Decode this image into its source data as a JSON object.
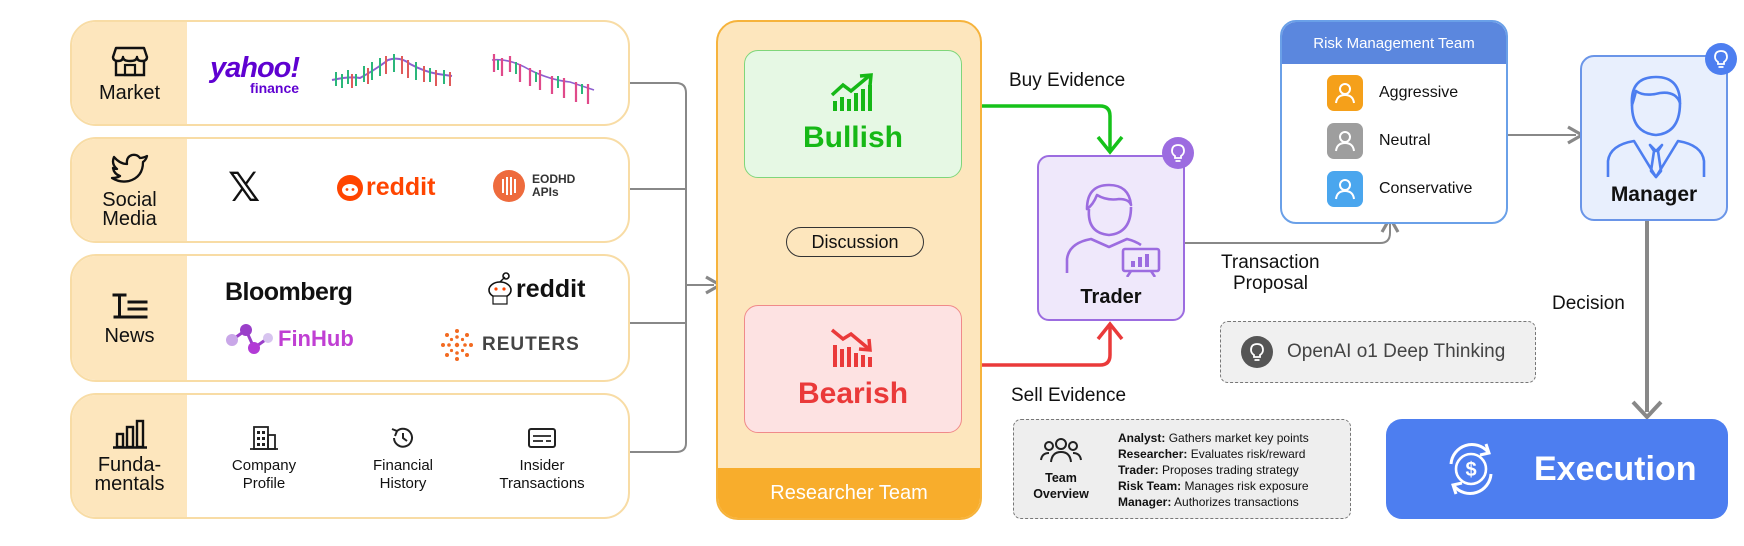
{
  "sources": {
    "market": {
      "label": "Market",
      "logos": {
        "yahoo_top": "yahoo!",
        "yahoo_bottom": "finance"
      }
    },
    "social": {
      "label": "Social\nMedia",
      "logos": {
        "x": "𝕏",
        "reddit": "reddit",
        "eodhd_1": "EODHD",
        "eodhd_2": "APIs"
      }
    },
    "news": {
      "label": "News",
      "logos": {
        "bloomberg": "Bloomberg",
        "reddit_sub": "reddit",
        "finhub": "FinHub",
        "reuters": "REUTERS"
      }
    },
    "fundamentals": {
      "label": "Funda-\nmentals",
      "items": [
        {
          "label": "Company\nProfile"
        },
        {
          "label": "Financial\nHistory"
        },
        {
          "label": "Insider\nTransactions"
        }
      ]
    }
  },
  "researcher": {
    "team_label": "Researcher Team",
    "bullish": "Bullish",
    "bearish": "Bearish",
    "discussion": "Discussion"
  },
  "flows": {
    "buy": "Buy Evidence",
    "sell": "Sell Evidence",
    "proposal_1": "Transaction",
    "proposal_2": "Proposal",
    "decision": "Decision"
  },
  "trader": {
    "label": "Trader"
  },
  "risk": {
    "title": "Risk Management Team",
    "members": [
      {
        "label": "Aggressive",
        "color": "#f5a01a"
      },
      {
        "label": "Neutral",
        "color": "#9e9e9e"
      },
      {
        "label": "Conservative",
        "color": "#4aa6ee"
      }
    ]
  },
  "manager": {
    "label": "Manager"
  },
  "execution": {
    "label": "Execution"
  },
  "openai": {
    "label": "OpenAI o1 Deep Thinking"
  },
  "overview": {
    "title_1": "Team",
    "title_2": "Overview",
    "lines": [
      {
        "role": "Analyst:",
        "desc": "Gathers market key points"
      },
      {
        "role": "Researcher:",
        "desc": "Evaluates risk/reward"
      },
      {
        "role": "Trader:",
        "desc": "Proposes trading strategy"
      },
      {
        "role": "Risk Team:",
        "desc": "Manages risk exposure"
      },
      {
        "role": "Manager:",
        "desc": "Authorizes transactions"
      }
    ]
  },
  "colors": {
    "bull": "#16b816",
    "bear": "#ea3a3a",
    "trader": "#9c6ce0",
    "manager": "#4d7ef0",
    "source_bg": "#fde6bd",
    "connector": "#8a8a8a"
  }
}
